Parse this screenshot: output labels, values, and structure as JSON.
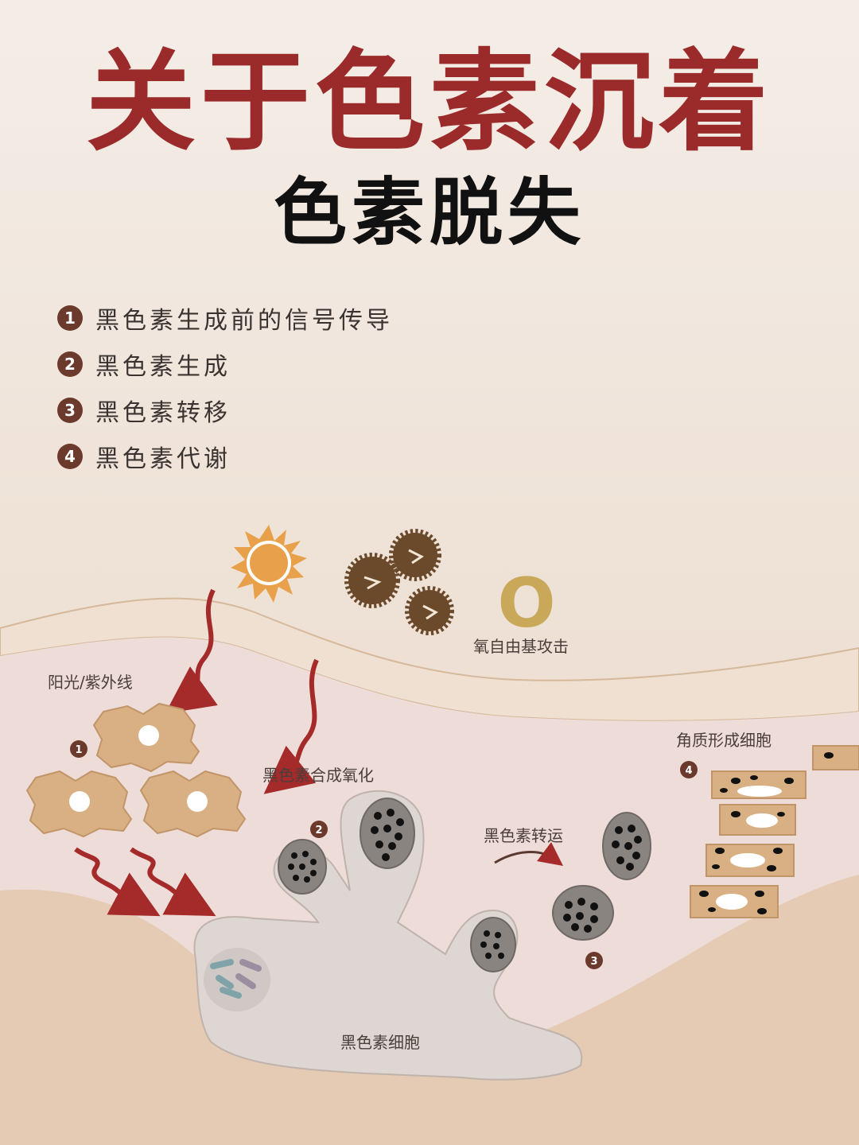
{
  "title": {
    "main": "关于色素沉着",
    "sub": "色素脱失"
  },
  "steps": [
    {
      "num": "1",
      "text": "黑色素生成前的信号传导"
    },
    {
      "num": "2",
      "text": "黑色素生成"
    },
    {
      "num": "3",
      "text": "黑色素转移"
    },
    {
      "num": "4",
      "text": "黑色素代谢"
    }
  ],
  "diagram": {
    "uv_label": "阳光/紫外线",
    "free_radical_label": "氧自由基攻击",
    "oxygen_symbol": "O",
    "synthesis_label": "黑色素合成氧化",
    "transport_label": "黑色素转运",
    "keratinocyte_label": "角质形成细胞",
    "melanocyte_label": "黑色素细胞",
    "badges": [
      "1",
      "2",
      "3",
      "4"
    ]
  },
  "colors": {
    "title_red": "#9b2b2b",
    "arrow_red": "#a52a2a",
    "sun_orange": "#e8a14a",
    "cell_tan": "#d9b083",
    "badge_brown": "#6b3a2c",
    "oxygen_gold": "#c9a85a"
  }
}
